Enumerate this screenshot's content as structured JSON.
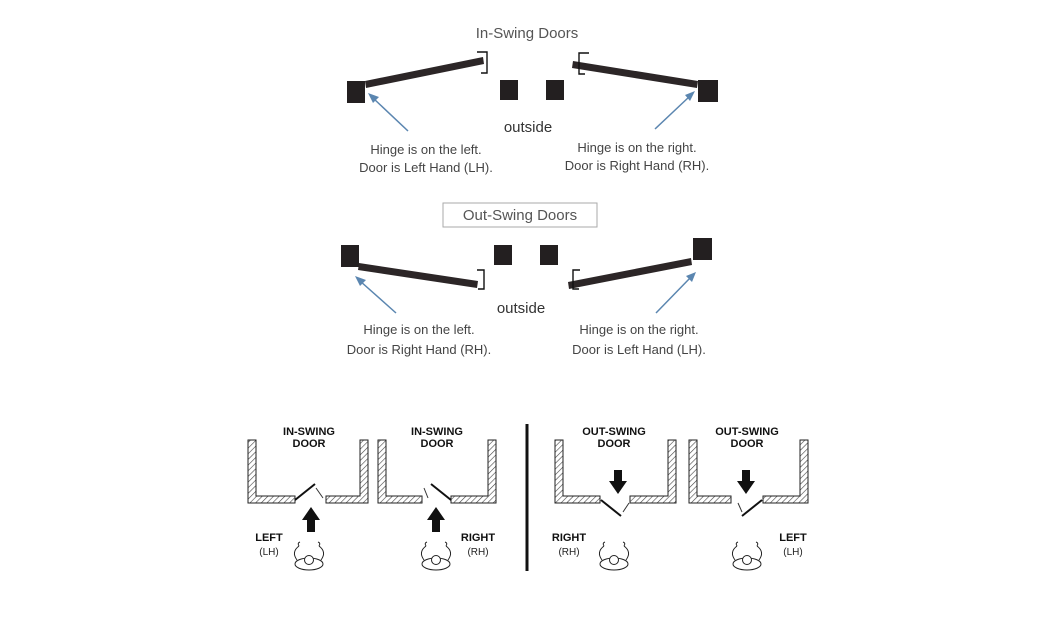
{
  "top": {
    "in_swing_title": "In-Swing Doors",
    "in_outside": "outside",
    "in_left_line1": "Hinge is on the left.",
    "in_left_line2": "Door is Left Hand (LH).",
    "in_right_line1": "Hinge is on the right.",
    "in_right_line2": "Door is Right Hand (RH).",
    "out_swing_title": "Out-Swing Doors",
    "out_outside": "outside",
    "out_left_line1": "Hinge is on the left.",
    "out_left_line2": "Door is Right Hand (RH).",
    "out_right_line1": "Hinge is on the right.",
    "out_right_line2": "Door is Left Hand (LH)."
  },
  "bottom": {
    "panels": [
      {
        "title1": "IN-SWING",
        "title2": "DOOR",
        "side1": "LEFT",
        "side2": "(LH)"
      },
      {
        "title1": "IN-SWING",
        "title2": "DOOR",
        "side1": "RIGHT",
        "side2": "(RH)"
      },
      {
        "title1": "OUT-SWING",
        "title2": "DOOR",
        "side1": "RIGHT",
        "side2": "(RH)"
      },
      {
        "title1": "OUT-SWING",
        "title2": "DOOR",
        "side1": "LEFT",
        "side2": "(LH)"
      }
    ]
  },
  "colors": {
    "arrow": "#5b86b0",
    "door": "#2c2627"
  }
}
